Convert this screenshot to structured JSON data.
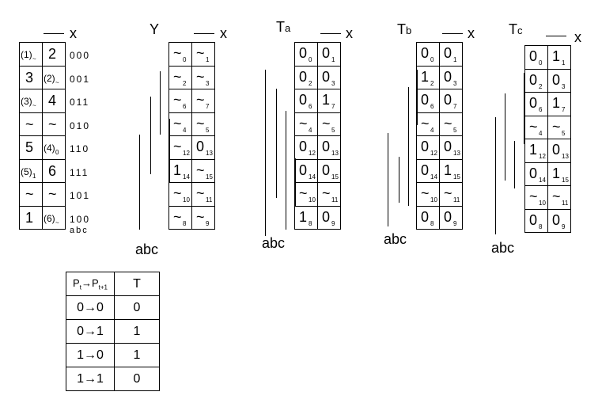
{
  "x_label": "x",
  "abc_label": "abc",
  "state_table": {
    "rows": [
      {
        "c0": "(1)",
        "c0sub": "~",
        "c1": "2",
        "c1sub": "",
        "code": "000"
      },
      {
        "c0": "3",
        "c0sub": "",
        "c1": "(2)",
        "c1sub": "~",
        "code": "001"
      },
      {
        "c0": "(3)",
        "c0sub": "~",
        "c1": "4",
        "c1sub": "",
        "code": "011"
      },
      {
        "c0": "~",
        "c0sub": "",
        "c1": "~",
        "c1sub": "",
        "code": "010"
      },
      {
        "c0": "5",
        "c0sub": "",
        "c1": "(4)",
        "c1sub": "0",
        "code": "110"
      },
      {
        "c0": "(5)",
        "c0sub": "1",
        "c1": "6",
        "c1sub": "",
        "code": "111"
      },
      {
        "c0": "~",
        "c0sub": "",
        "c1": "~",
        "c1sub": "",
        "code": "101"
      },
      {
        "c0": "1",
        "c0sub": "",
        "c1": "(6)",
        "c1sub": "~",
        "code": "100"
      }
    ],
    "footer": "abc"
  },
  "kmaps": [
    {
      "title": "Y",
      "subscript": "",
      "cells": [
        [
          "~",
          "0",
          "~",
          "1"
        ],
        [
          "~",
          "2",
          "~",
          "3"
        ],
        [
          "~",
          "6",
          "~",
          "7"
        ],
        [
          "~",
          "4",
          "~",
          "5"
        ],
        [
          "~",
          "12",
          "0",
          "13"
        ],
        [
          "1",
          "14",
          "~",
          "15"
        ],
        [
          "~",
          "10",
          "~",
          "11"
        ],
        [
          "~",
          "8",
          "~",
          "9"
        ]
      ]
    },
    {
      "title": "T",
      "subscript": "a",
      "cells": [
        [
          "0",
          "0",
          "0",
          "1"
        ],
        [
          "0",
          "2",
          "0",
          "3"
        ],
        [
          "0",
          "6",
          "1",
          "7"
        ],
        [
          "~",
          "4",
          "~",
          "5"
        ],
        [
          "0",
          "12",
          "0",
          "13"
        ],
        [
          "0",
          "14",
          "0",
          "15"
        ],
        [
          "~",
          "10",
          "~",
          "11"
        ],
        [
          "1",
          "8",
          "0",
          "9"
        ]
      ]
    },
    {
      "title": "T",
      "subscript": "b",
      "cells": [
        [
          "0",
          "0",
          "0",
          "1"
        ],
        [
          "1",
          "2",
          "0",
          "3"
        ],
        [
          "0",
          "6",
          "0",
          "7"
        ],
        [
          "~",
          "4",
          "~",
          "5"
        ],
        [
          "0",
          "12",
          "0",
          "13"
        ],
        [
          "0",
          "14",
          "1",
          "15"
        ],
        [
          "~",
          "10",
          "~",
          "11"
        ],
        [
          "0",
          "8",
          "0",
          "9"
        ]
      ]
    },
    {
      "title": "T",
      "subscript": "c",
      "cells": [
        [
          "0",
          "0",
          "1",
          "1"
        ],
        [
          "0",
          "2",
          "0",
          "3"
        ],
        [
          "0",
          "6",
          "1",
          "7"
        ],
        [
          "~",
          "4",
          "~",
          "5"
        ],
        [
          "1",
          "12",
          "0",
          "13"
        ],
        [
          "0",
          "14",
          "1",
          "15"
        ],
        [
          "~",
          "10",
          "~",
          "11"
        ],
        [
          "0",
          "8",
          "0",
          "9"
        ]
      ]
    }
  ],
  "truth_table": {
    "header_left": "Pt→Pt+1",
    "header_right": "T",
    "rows": [
      [
        "0→0",
        "0"
      ],
      [
        "0→1",
        "1"
      ],
      [
        "1→0",
        "1"
      ],
      [
        "1→1",
        "0"
      ]
    ]
  }
}
